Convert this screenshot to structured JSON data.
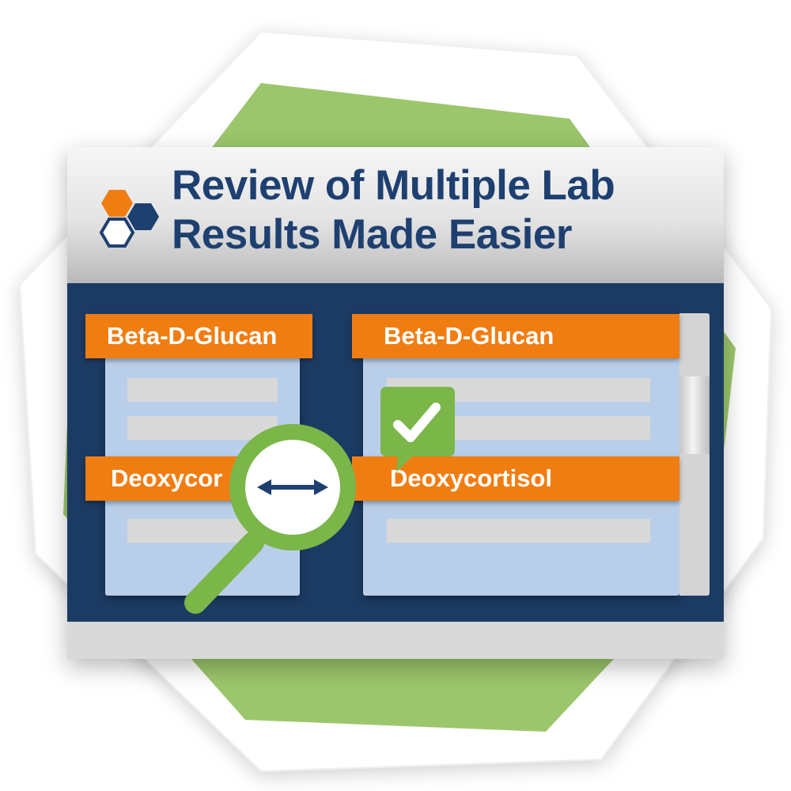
{
  "title": {
    "line1": "Review of Multiple Lab",
    "line2": "Results Made Easier"
  },
  "left_panel": {
    "label_top": "Beta-D-Glucan",
    "label_bottom": "Deoxycor"
  },
  "right_panel": {
    "label_top": "Beta-D-Glucan",
    "label_bottom": "Deoxycortisol"
  },
  "icons": {
    "logo": "hexagon-cluster-icon",
    "magnifier": "magnifying-glass-icon",
    "compare": "double-arrow-icon",
    "check": "checkmark-icon"
  },
  "colors": {
    "title": "#1e4070",
    "panel_background": "#1c3b63",
    "label": "#f07d12",
    "accent_green": "#7ab648",
    "backdrop_green": "#9cc66b"
  }
}
